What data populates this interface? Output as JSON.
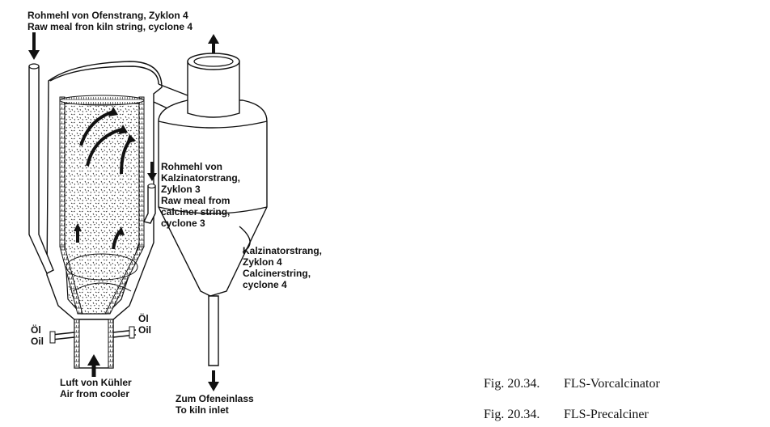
{
  "labels": {
    "raw_meal_kiln": [
      "Rohmehl von Ofenstrang, Zyklon 4",
      "Raw meal fron kiln string, cyclone 4"
    ],
    "raw_meal_calciner": [
      "Rohmehl von",
      "Kalzinatorstrang,",
      "Zyklon 3",
      "Raw meal from",
      "calciner string,",
      "cyclone 3"
    ],
    "calciner_cyclone": [
      "Kalzinatorstrang,",
      "Zyklon 4",
      "Calcinerstring,",
      "cyclone 4"
    ],
    "oil_left": [
      "Öl",
      "Oil"
    ],
    "oil_right": [
      "Öl",
      "Oil"
    ],
    "air_from_cooler": [
      "Luft von Kühler",
      "Air from cooler"
    ],
    "to_kiln_inlet": [
      "Zum Ofeneinlass",
      "To kiln inlet"
    ]
  },
  "captions": [
    {
      "number": "Fig. 20.34.",
      "text": "FLS-Vorcalcinator"
    },
    {
      "number": "Fig. 20.34.",
      "text": "FLS-Precalciner"
    }
  ]
}
